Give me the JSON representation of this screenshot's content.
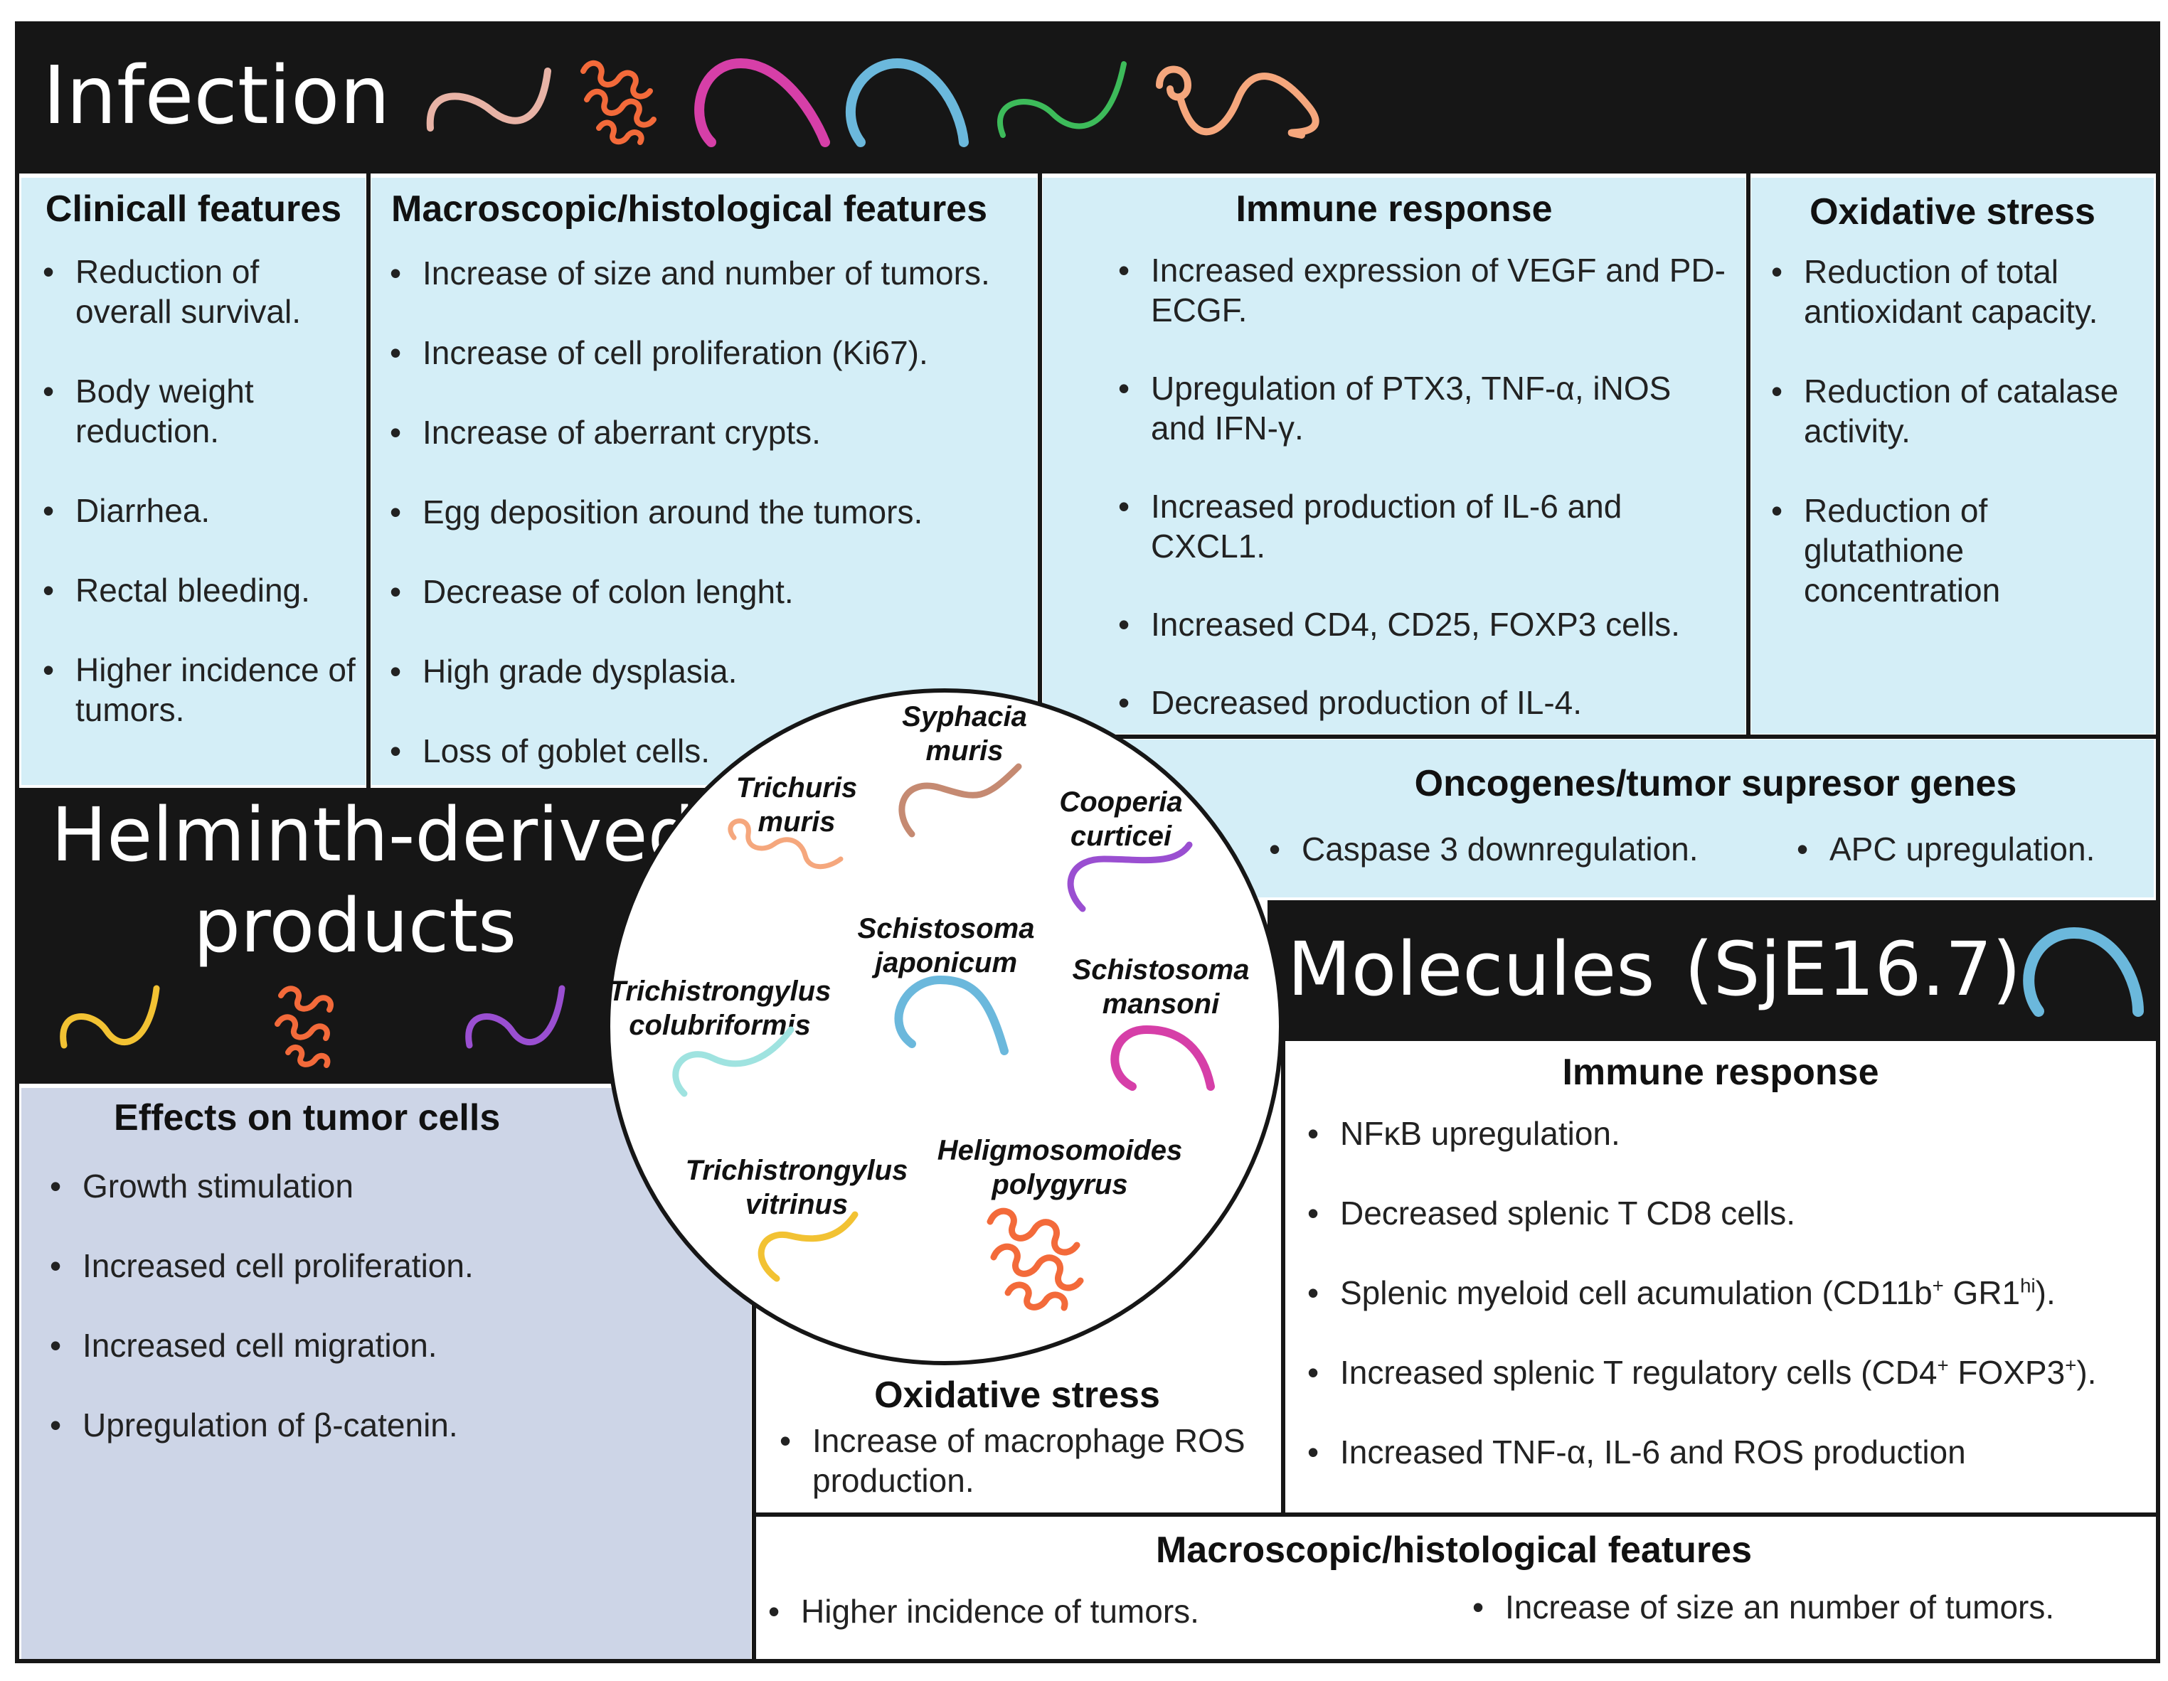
{
  "infection": {
    "title": "Infection",
    "clinical": {
      "title": "Clinicall features",
      "items": [
        "Reduction of overall survival.",
        "Body weight reduction.",
        "Diarrhea.",
        "Rectal bleeding.",
        "Higher incidence of tumors."
      ]
    },
    "macro": {
      "title": "Macroscopic/histological features",
      "items": [
        "Increase of size and  number of tumors.",
        "Increase of cell proliferation (Ki67).",
        "Increase of  aberrant crypts.",
        "Egg deposition around the tumors.",
        "Decrease of colon lenght.",
        "High grade dysplasia.",
        "Loss of goblet cells."
      ]
    },
    "immune": {
      "title": "Immune response",
      "items": [
        "Increased expression of VEGF and PD-ECGF.",
        "Upregulation of PTX3, TNF-α, iNOS and IFN-γ.",
        "Increased production of IL-6 and CXCL1.",
        "Increased CD4, CD25, FOXP3 cells.",
        "Decreased production of IL-4."
      ]
    },
    "oxidative": {
      "title": "Oxidative stress",
      "items": [
        "Reduction of total antioxidant capacity.",
        "Reduction of catalase activity.",
        "Reduction of glutathione concentration"
      ]
    },
    "oncogenes": {
      "title": "Oncogenes/tumor supresor genes",
      "items": [
        "Caspase 3 downregulation.",
        "APC upregulation."
      ]
    }
  },
  "helminth": {
    "title_line1": "Helminth-derived",
    "title_line2": "products",
    "effects": {
      "title": "Effects on tumor cells",
      "items": [
        "Growth stimulation",
        "Increased cell proliferation.",
        "Increased cell migration.",
        "Upregulation of β-catenin."
      ]
    },
    "oxidative": {
      "title": "Oxidative stress",
      "items": [
        "Increase of macrophage ROS production."
      ]
    }
  },
  "molecules": {
    "title": "Molecules",
    "subtitle": "(SjE16.7)",
    "immune": {
      "title": "Immune response",
      "items": [
        "NFκB upregulation.",
        "Decreased splenic T CD8 cells."
      ],
      "item3": {
        "text": "Splenic myeloid cell acumulation (CD11b",
        "sup1": "+",
        "mid": " GR1",
        "sup2": "hi",
        "end": ")."
      },
      "item4": {
        "text": "Increased splenic T regulatory cells (CD4",
        "sup1": "+",
        "mid": " FOXP3",
        "sup2": "+",
        "end": ")."
      },
      "item5": "Increased TNF-α, IL-6 and ROS production"
    },
    "macro": {
      "title": "Macroscopic/histological features",
      "items": [
        "Higher incidence of tumors.",
        "Increase of size an number of tumors."
      ]
    }
  },
  "species": {
    "syphacia_1": "Syphacia",
    "syphacia_2": "muris",
    "trichuris_1": "Trichuris",
    "trichuris_2": "muris",
    "cooperia_1": "Cooperia",
    "cooperia_2": "curticei",
    "japonicum_1": "Schistosoma",
    "japonicum_2": "japonicum",
    "mansoni_1": "Schistosoma",
    "mansoni_2": "mansoni",
    "colubriformis_1": "Trichistrongylus",
    "colubriformis_2": "colubriformis",
    "vitrinus_1": "Trichistrongylus",
    "vitrinus_2": "vitrinus",
    "heligmo_1": "Heligmosomoides",
    "heligmo_2": "polygyrus"
  },
  "colors": {
    "band": "#161616",
    "light_blue": "#d4eef7",
    "periwinkle": "#cdd5e7",
    "worm_pink": "#e8b3a6",
    "worm_orange": "#f36a3a",
    "worm_magenta": "#d63fa8",
    "worm_blue": "#6bb8dc",
    "worm_green": "#3dbb5a",
    "worm_peach": "#f5a77d",
    "worm_yellow": "#f2c233",
    "worm_purple": "#9a4fd1",
    "worm_teal": "#9fe3e0",
    "worm_brown": "#c58a72"
  }
}
